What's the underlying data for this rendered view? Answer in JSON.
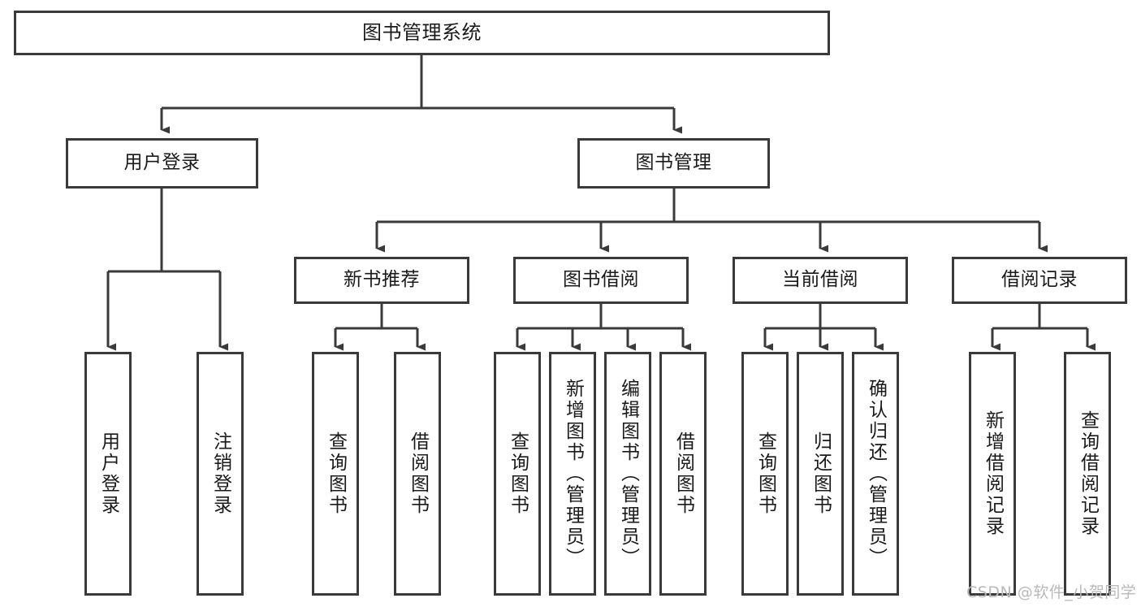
{
  "diagram": {
    "type": "tree-hierarchy",
    "title": "图书管理系统",
    "root": {
      "label": "图书管理系统"
    },
    "level2": [
      {
        "label": "用户登录"
      },
      {
        "label": "图书管理"
      }
    ],
    "level3": [
      {
        "label": "新书推荐"
      },
      {
        "label": "图书借阅"
      },
      {
        "label": "当前借阅"
      },
      {
        "label": "借阅记录"
      }
    ],
    "leaves": {
      "user_login": [
        {
          "label": "用户登录"
        },
        {
          "label": "注销登录"
        }
      ],
      "new_book_recommend": [
        {
          "label": "查询图书"
        },
        {
          "label": "借阅图书"
        }
      ],
      "book_borrow": [
        {
          "label": "查询图书"
        },
        {
          "label": "新增图书（管理员）"
        },
        {
          "label": "编辑图书（管理员）"
        },
        {
          "label": "借阅图书"
        }
      ],
      "current_borrow": [
        {
          "label": "查询图书"
        },
        {
          "label": "归还图书"
        },
        {
          "label": "确认归还（管理员）"
        }
      ],
      "borrow_record": [
        {
          "label": "新增借阅记录"
        },
        {
          "label": "查询借阅记录"
        }
      ]
    }
  },
  "watermark": {
    "text": "CSDN @软件_小贺同学"
  },
  "colors": {
    "stroke": "#3a3a3a",
    "background": "#ffffff",
    "text": "#1a1a1a",
    "watermark": "#b9b9b9"
  }
}
